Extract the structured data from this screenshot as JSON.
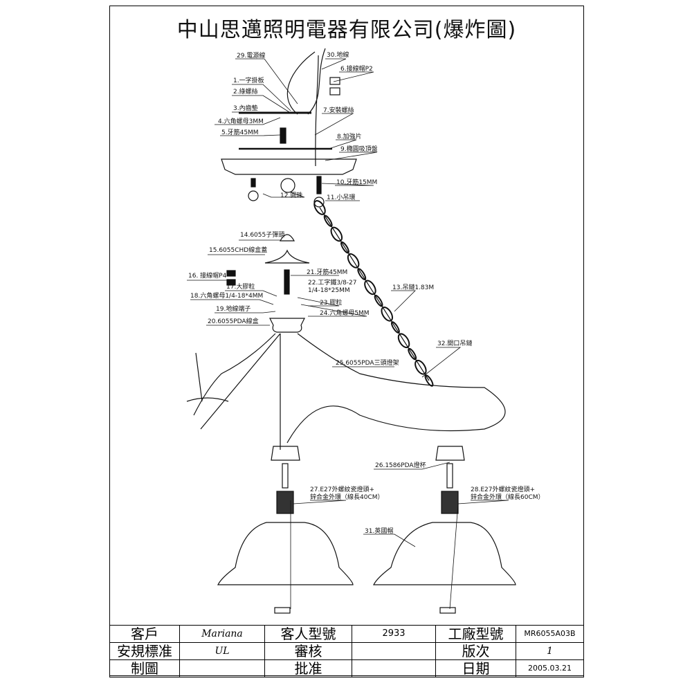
{
  "title": "中山思邁照明電器有限公司(爆炸圖)",
  "labels": {
    "l29": "29.電源線",
    "l30": "30.地線",
    "l6": "6.接線帽P2",
    "l1": "1.一字掛板",
    "l2": "2.綠螺絲",
    "l3": "3.內齒墊",
    "l4": "4.六角螺母3MM",
    "l5": "5.牙筋45MM",
    "l7": "7.安裝螺絲",
    "l8": "8.加強片",
    "l9": "9.橢圓吸頂盤",
    "l10": "10.牙筋15MM",
    "l11": "11.小吊環",
    "l12": "12.圓珠",
    "l13": "13.吊鏈1.83M",
    "l14": "14.6055子彈頭",
    "l15": "15.6055CHD線盒蓋",
    "l16": "16.   接線帽P4",
    "l17": "17.大膠粒",
    "l18": "18.六角螺母1/4-18*4MM",
    "l19": "19.地線端子",
    "l20": "20.6055PDA線盒",
    "l21": "21.牙筋45MM",
    "l22a": "22.工字鐵3/8-27",
    "l22b": "1/4-18*25MM",
    "l23": "23.膠粒",
    "l24": "24.六角螺母5MM",
    "l25": "25.6055PDA三頭燈架",
    "l26": "26.1586PDA燈杯",
    "l27a": "27.E27外螺紋瓷燈頭+",
    "l27b": "鋅合金外環（線長40CM）",
    "l28a": "28.E27外螺紋瓷燈頭+",
    "l28b": "鋅合金外環（線長60CM）",
    "l31": "31.英國帽",
    "l32": "32.開口吊鏈"
  },
  "table": {
    "r1": [
      "客戶",
      "Mariana",
      "客人型號",
      "2933",
      "工廠型號",
      "MR6055A03B"
    ],
    "r2": [
      "安規標准",
      "UL",
      "審核",
      "",
      "版次",
      "1"
    ],
    "r3": [
      "制圖",
      "",
      "批准",
      "",
      "日期",
      "2005.03.21"
    ]
  }
}
